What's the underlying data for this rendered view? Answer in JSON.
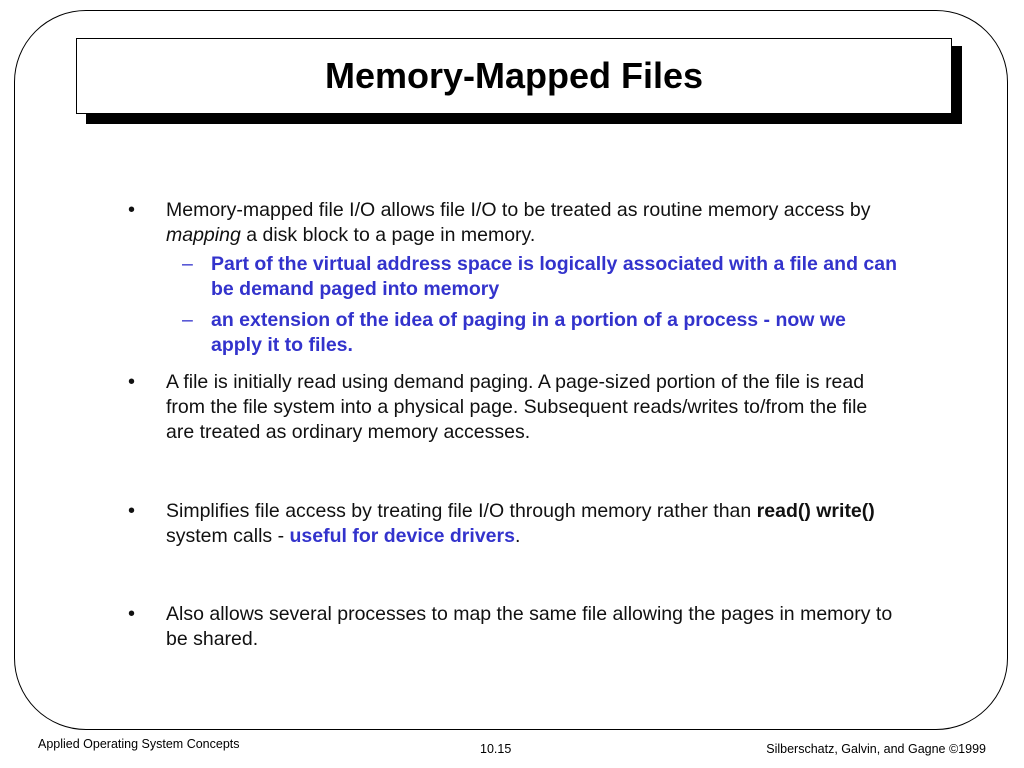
{
  "slide": {
    "title": "Memory-Mapped Files",
    "bullets": [
      {
        "text_before": "Memory-mapped file I/O allows file I/O to be treated as routine memory access by ",
        "italic": "mapping",
        "text_after": " a disk block to a page in memory.",
        "sub_items": [
          "Part of the virtual address space is logically associated with a file and can be demand paged into memory",
          "an extension of the idea of paging in a portion of a process - now we apply it to files."
        ]
      },
      {
        "text": "A file is initially read using demand paging. A page-sized portion of the file is read from the file system into a physical page. Subsequent reads/writes to/from the file are treated as ordinary memory accesses."
      },
      {
        "text_before": "Simplifies file access by treating file I/O through memory rather than ",
        "bold": "read() write()",
        "text_middle": " system calls - ",
        "highlight": "useful for device drivers",
        "text_after": "."
      },
      {
        "text": "Also allows several processes to map the same file allowing the pages in memory to be shared."
      }
    ],
    "bullet_symbol": "•",
    "dash_symbol": "–"
  },
  "footer": {
    "left": "Applied Operating System Concepts",
    "center": "10.15",
    "right": "Silberschatz, Galvin, and Gagne ©1999"
  },
  "colors": {
    "highlight": "#3333cc",
    "text": "#111111"
  }
}
